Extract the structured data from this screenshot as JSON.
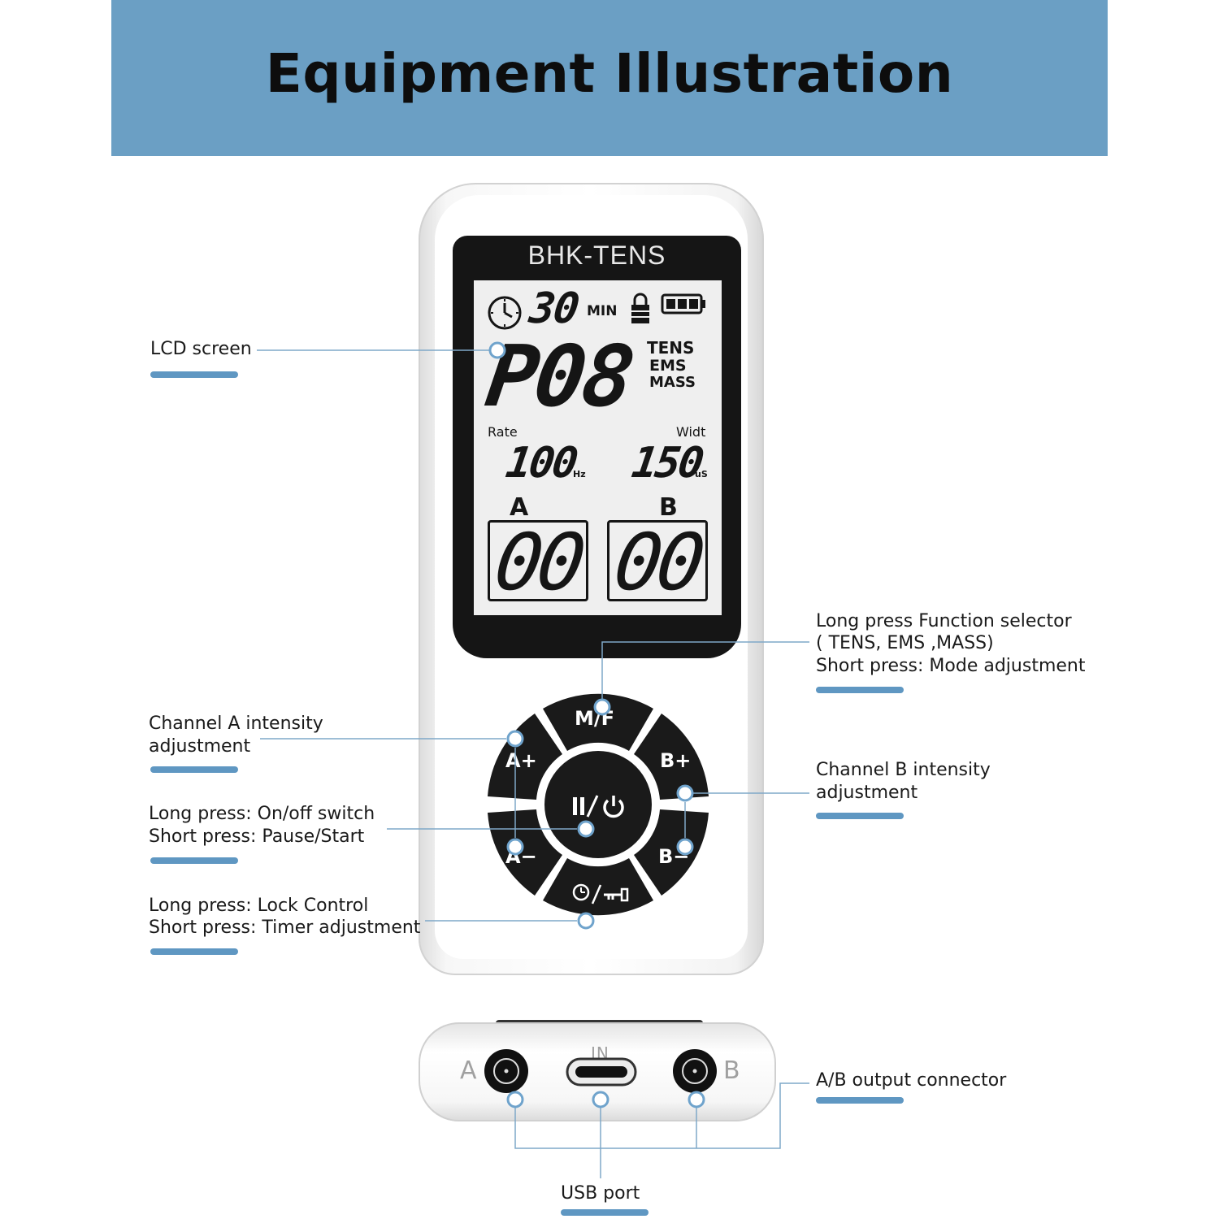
{
  "title": "Equipment Illustration",
  "device": {
    "brand": "BHK-TENS",
    "timer_value": "30",
    "timer_unit": "MIN",
    "program": "P08",
    "modes": [
      "TENS",
      "EMS",
      "MASS"
    ],
    "rate_label": "Rate",
    "rate_value": "100",
    "rate_unit": "Hz",
    "width_label": "Widt",
    "width_value": "150",
    "width_unit": "uS",
    "channel_a_label": "A",
    "channel_a_value": "00",
    "channel_b_label": "B",
    "channel_b_value": "00",
    "buttons": {
      "mode_function": "M/F",
      "a_plus": "A+",
      "a_minus": "A−",
      "b_plus": "B+",
      "b_minus": "B−"
    }
  },
  "bottom_view": {
    "port_a": "A",
    "port_in": "IN",
    "port_b": "B"
  },
  "callouts": {
    "lcd_screen": "LCD screen",
    "function_selector_line1": "Long press Function selector",
    "function_selector_line2": "( TENS,   EMS ,MASS)",
    "function_selector_line3": "Short press: Mode adjustment",
    "channel_a_line1": "Channel A intensity",
    "channel_a_line2": "adjustment",
    "channel_b_line1": "Channel B intensity",
    "channel_b_line2": "adjustment",
    "power_line1": "Long press: On/off switch",
    "power_line2": "Short press: Pause/Start",
    "lock_line1": "Long press: Lock Control",
    "lock_line2": "Short press: Timer adjustment",
    "output_connector": "A/B output connector",
    "usb_port": "USB port"
  },
  "colors": {
    "banner": "#6b9fc4",
    "accent": "#5f97c2",
    "lcd_background": "#efefef",
    "bezel": "#151515"
  }
}
